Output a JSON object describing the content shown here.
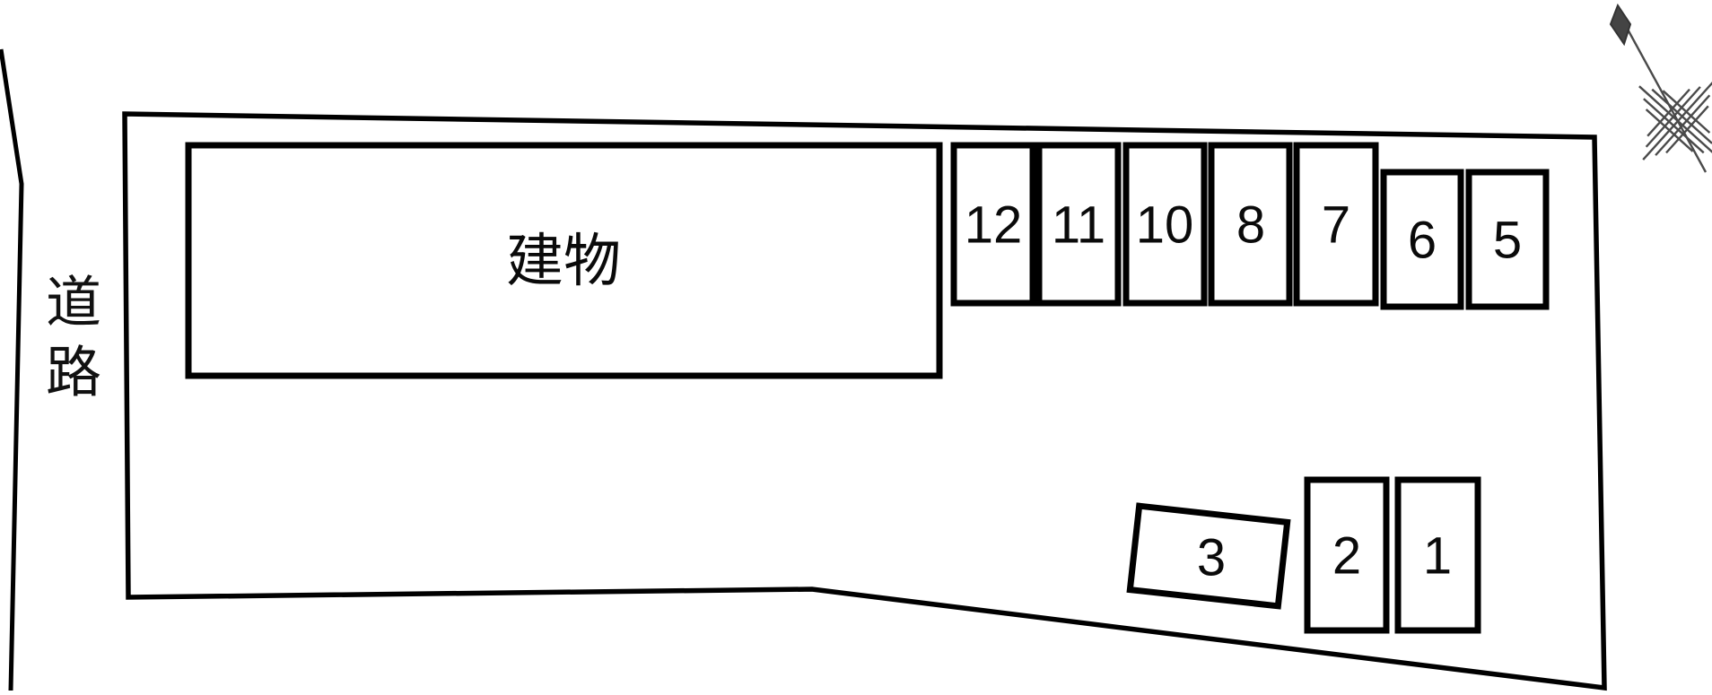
{
  "diagram": {
    "road_label": "道路",
    "building_label": "建物",
    "parking_spaces": [
      {
        "label": "12"
      },
      {
        "label": "11"
      },
      {
        "label": "10"
      },
      {
        "label": "8"
      },
      {
        "label": "7"
      },
      {
        "label": "6"
      },
      {
        "label": "5"
      },
      {
        "label": "3"
      },
      {
        "label": "2"
      },
      {
        "label": "1"
      }
    ],
    "icons": {
      "compass": "north-arrow-icon"
    },
    "colors": {
      "ink": "#000000",
      "compass": "#4a4a4a",
      "background": "#ffffff"
    }
  }
}
